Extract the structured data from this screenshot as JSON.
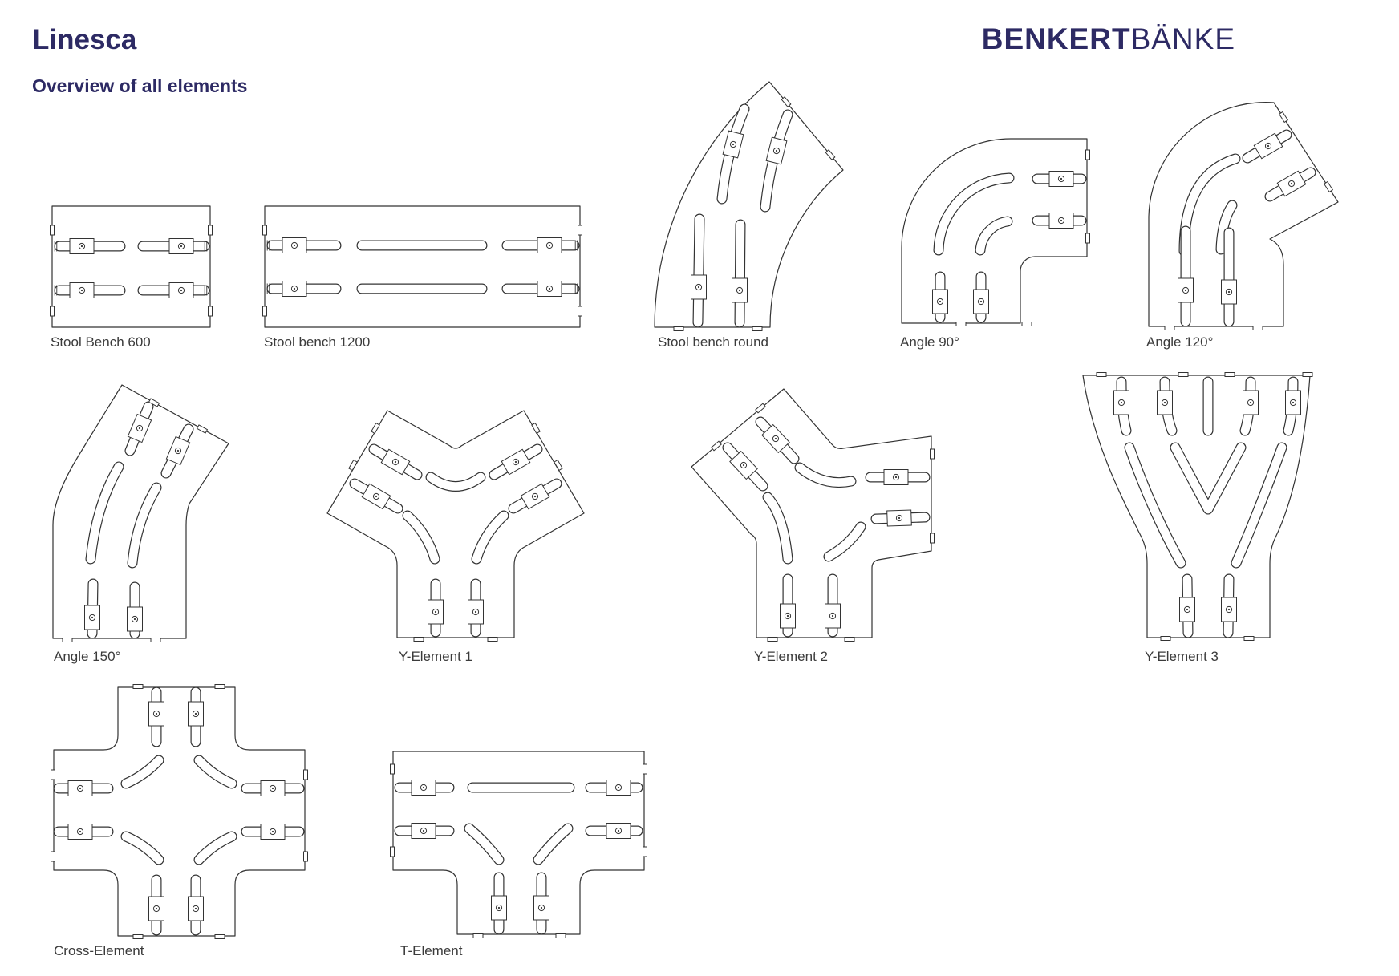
{
  "header": {
    "title": "Linesca",
    "subtitle": "Overview of all elements",
    "brand_bold": "BENKERT",
    "brand_light": "BÄNKE"
  },
  "colors": {
    "heading": "#2d2a64",
    "label_text": "#3b3b3b",
    "line_art": "#333333"
  },
  "elements": [
    {
      "label": "Stool Bench 600"
    },
    {
      "label": "Stool bench 1200"
    },
    {
      "label": "Stool bench round"
    },
    {
      "label": "Angle 90°"
    },
    {
      "label": "Angle 120°"
    },
    {
      "label": "Angle 150°"
    },
    {
      "label": "Y-Element 1"
    },
    {
      "label": "Y-Element 2"
    },
    {
      "label": "Y-Element 3"
    },
    {
      "label": "Cross-Element"
    },
    {
      "label": "T-Element"
    }
  ]
}
